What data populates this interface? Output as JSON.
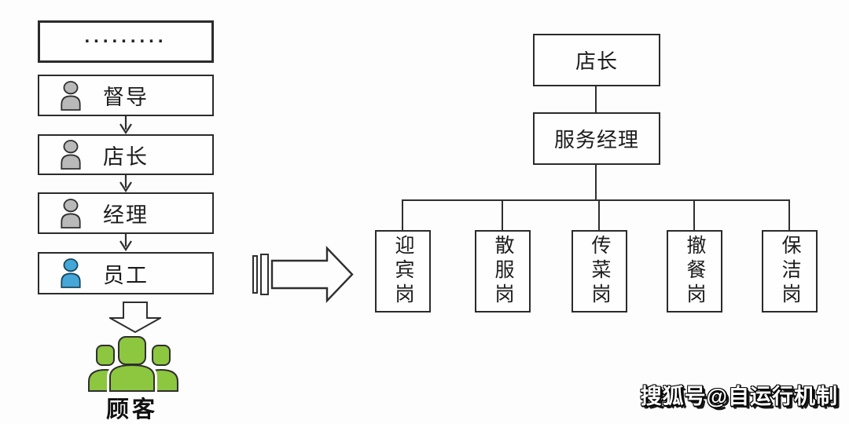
{
  "page": {
    "background": "#fdfdfd",
    "line_color": "#2f2f2f",
    "border_color": "#2b2b2b"
  },
  "left_chain": {
    "placeholder_dots": ".........",
    "levels": [
      {
        "label": "督导",
        "person_color": "#b9b9b9"
      },
      {
        "label": "店长",
        "person_color": "#b9b9b9"
      },
      {
        "label": "经理",
        "person_color": "#b9b9b9"
      },
      {
        "label": "员工",
        "person_color": "#45a7d8"
      }
    ],
    "customer_label": "顾客",
    "crowd_color": "#8dc63f"
  },
  "right_chart": {
    "root": "店长",
    "manager": "服务经理",
    "positions": [
      "迎宾岗",
      "散服岗",
      "传菜岗",
      "撤餐岗",
      "保洁岗"
    ]
  },
  "watermark": "搜狐号@自运行机制"
}
